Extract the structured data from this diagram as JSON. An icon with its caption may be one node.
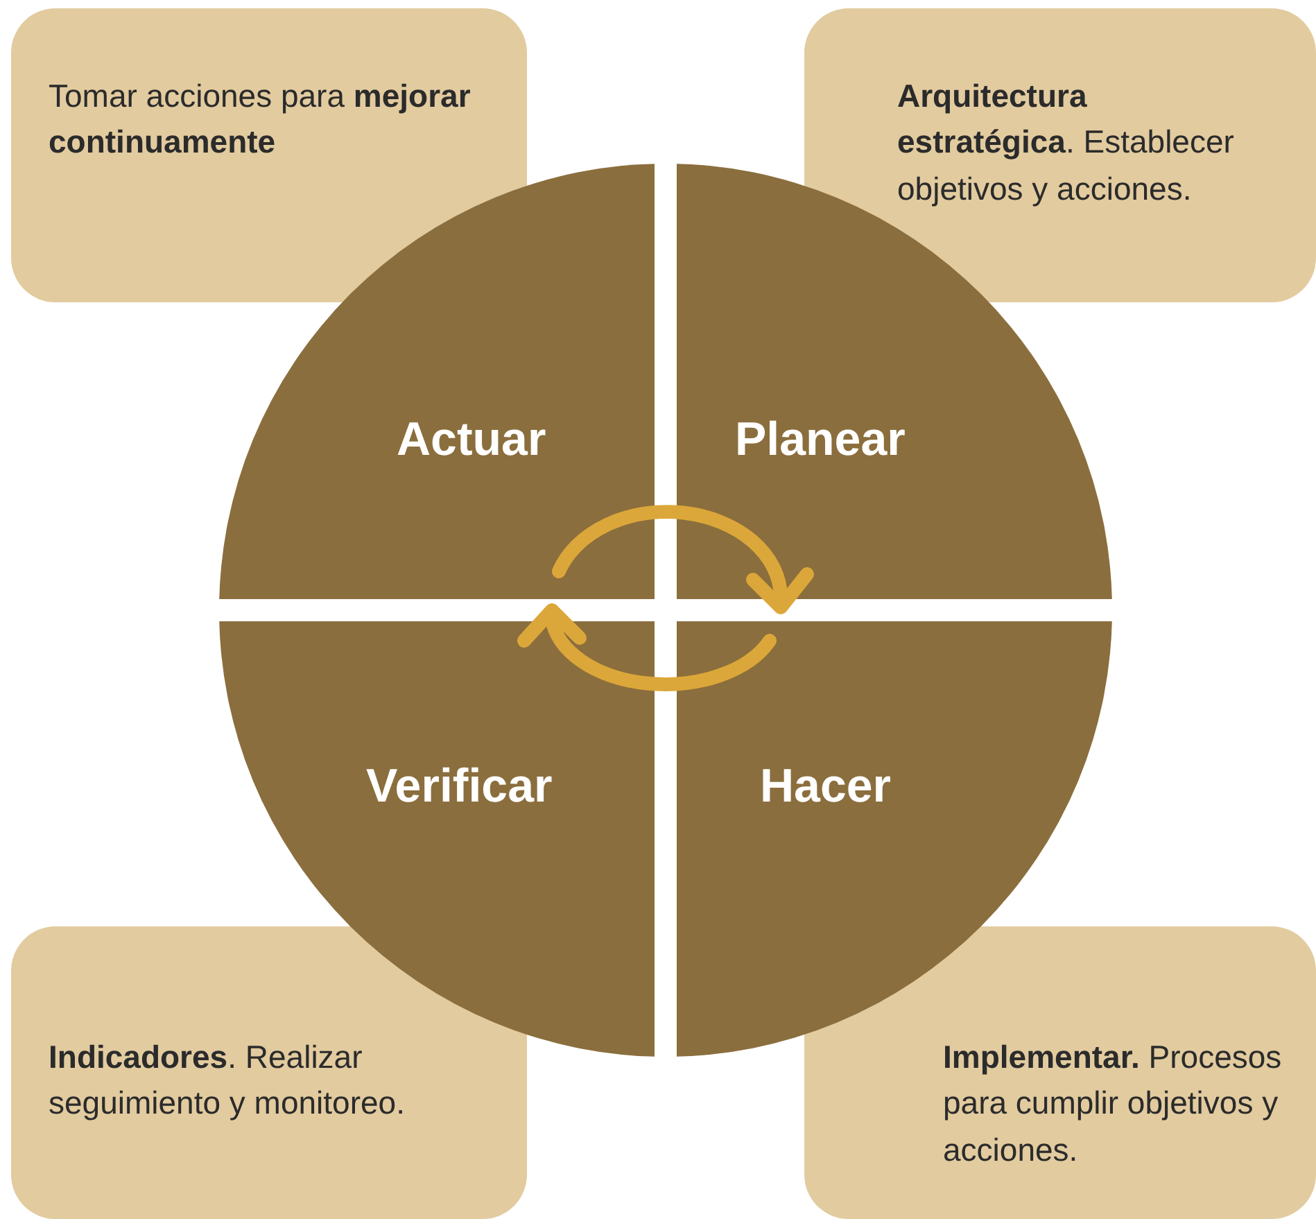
{
  "diagram": {
    "nodes": [
      {
        "text": [
          "Tomar acciones para **mejorar continuamente**"
        ]
      },
      {
        "text": [
          "**Arquitectura estratégica**. Establecer objetivos y acciones."
        ]
      },
      {
        "text": [
          "Actuar"
        ]
      },
      {
        "text": [
          "Planear"
        ]
      },
      {
        "text": [
          "Verificar"
        ]
      },
      {
        "text": [
          "Hacer"
        ]
      },
      {
        "text": [
          "**Indicadores**. Realizar seguimiento y monitoreo."
        ]
      },
      {
        "text": [
          "**Implementar.** Procesos para cumplir objetivos y acciones."
        ]
      }
    ]
  }
}
